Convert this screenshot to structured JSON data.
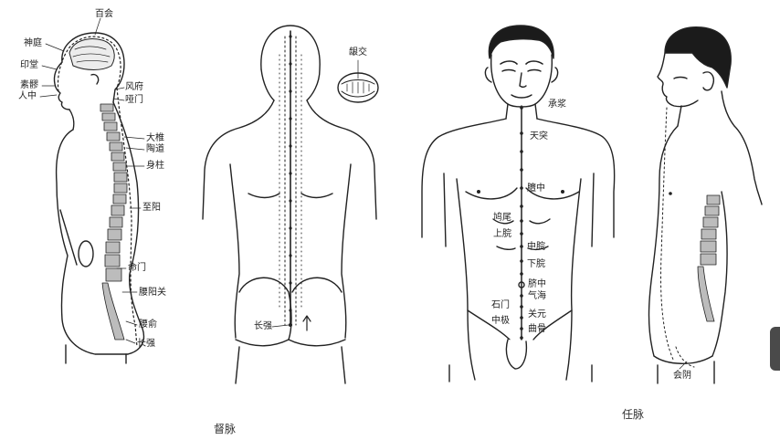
{
  "figure_dumai": {
    "caption": "督脉",
    "labels": {
      "baihui": "百会",
      "shenting": "神庭",
      "yintang": "印堂",
      "suliao": "素髎",
      "renzhong": "人中",
      "fengfu": "风府",
      "yamen": "哑门",
      "dazhui": "大椎",
      "taodao": "陶道",
      "shenzhu": "身柱",
      "zhiyang": "至阳",
      "mingmen": "命门",
      "yaoyangguan": "腰阳关",
      "yaoshu": "腰俞",
      "changqiang": "长强",
      "back_changqiang": "长强",
      "yinjiao": "龈交"
    }
  },
  "figure_renmai": {
    "caption": "任脉",
    "labels": {
      "chengjiang": "承浆",
      "tiantu": "天突",
      "danzhong": "膻中",
      "jiuwei": "鸠尾",
      "shangwan": "上脘",
      "zhongwan": "中脘",
      "xiawan": "下脘",
      "qizhong": "脐中",
      "qihai": "气海",
      "shimen": "石门",
      "guanyuan": "关元",
      "zhongji": "中极",
      "qugu": "曲骨",
      "huiyin": "会阴"
    }
  }
}
